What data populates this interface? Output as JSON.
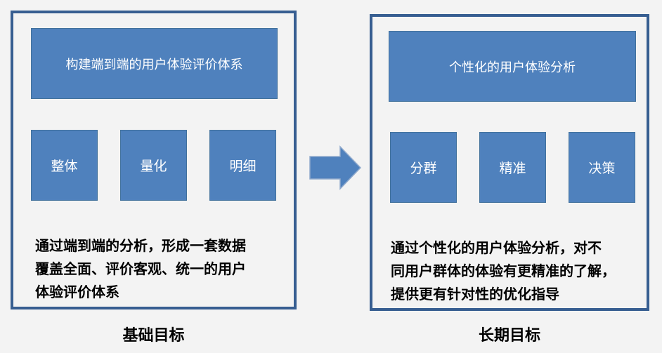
{
  "colors": {
    "background": "#F3F3F3",
    "panel_border": "#375E91",
    "box_fill": "#4F81BD",
    "box_border": "#41719C",
    "box_text": "#FFFFFF",
    "body_text": "#000000"
  },
  "left_panel": {
    "header": "构建端到端的用户体验评价体系",
    "items": [
      "整体",
      "量化",
      "明细"
    ],
    "description_lines": [
      "通过端到端的分析，形成一套数据",
      "覆盖全面、评价客观、统一的用户",
      "体验评价体系"
    ],
    "title": "基础目标"
  },
  "right_panel": {
    "header": "个性化的用户体验分析",
    "items": [
      "分群",
      "精准",
      "决策"
    ],
    "description_lines": [
      "通过个性化的用户体验分析，对不",
      "同用户群体的体验有更精准的了解，",
      "提供更有针对性的优化指导"
    ],
    "title": "长期目标"
  },
  "arrow": {
    "direction": "right",
    "fill": "#4F81BD"
  }
}
